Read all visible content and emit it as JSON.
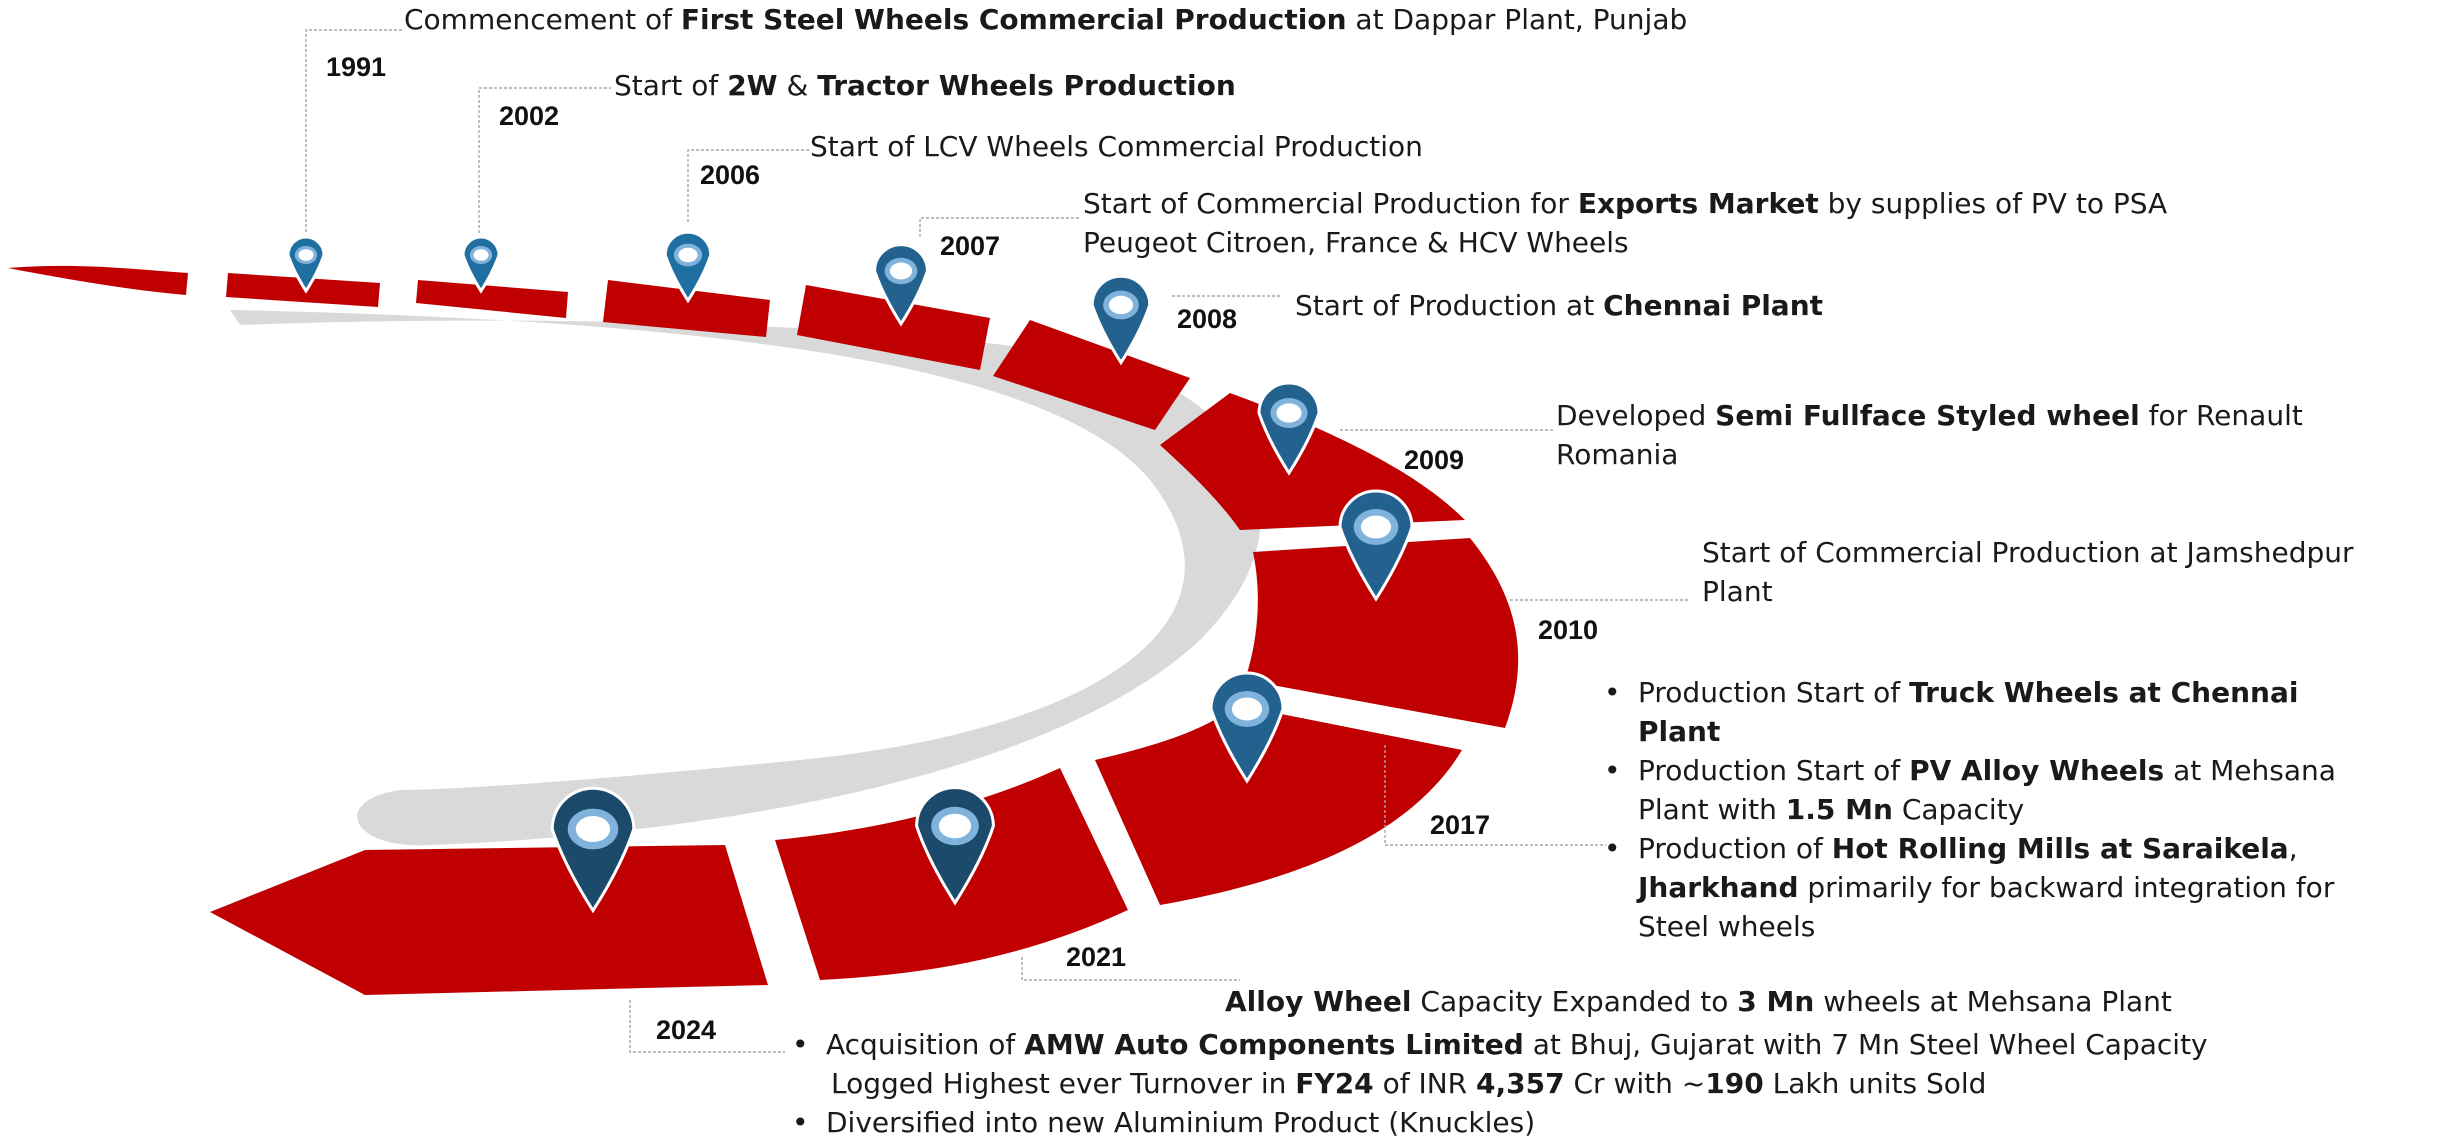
{
  "colors": {
    "road": "#c00000",
    "inner_curve": "#d9d9d9",
    "leader": "#a6a6a6",
    "pin_light": "#1f6fa1",
    "pin_mid": "#23618f",
    "pin_dark": "#1b4a6b",
    "pin_ring": "#7fb3dc",
    "pin_center": "#ffffff"
  },
  "milestones": [
    {
      "year": "1991",
      "lines": [
        [
          {
            "t": "Commencement of "
          },
          {
            "t": "First Steel Wheels Commercial Production",
            "b": true
          },
          {
            "t": " at Dappar Plant, Punjab"
          }
        ]
      ]
    },
    {
      "year": "2002",
      "lines": [
        [
          {
            "t": "Start of "
          },
          {
            "t": "2W",
            "b": true
          },
          {
            "t": " & "
          },
          {
            "t": "Tractor Wheels Production",
            "b": true
          }
        ]
      ]
    },
    {
      "year": "2006",
      "lines": [
        [
          {
            "t": "Start of LCV Wheels Commercial Production"
          }
        ]
      ]
    },
    {
      "year": "2007",
      "lines": [
        [
          {
            "t": "Start of Commercial Production for "
          },
          {
            "t": "Exports Market",
            "b": true
          },
          {
            "t": " by supplies of PV to PSA"
          }
        ],
        [
          {
            "t": "Peugeot Citroen, France  & HCV Wheels"
          }
        ]
      ]
    },
    {
      "year": "2008",
      "lines": [
        [
          {
            "t": "Start of Production at "
          },
          {
            "t": "Chennai Plant",
            "b": true
          }
        ]
      ]
    },
    {
      "year": "2009",
      "lines": [
        [
          {
            "t": "Developed "
          },
          {
            "t": "Semi Fullface Styled wheel",
            "b": true
          },
          {
            "t": " for Renault"
          }
        ],
        [
          {
            "t": "Romania"
          }
        ]
      ]
    },
    {
      "year": "2010",
      "lines": [
        [
          {
            "t": "Start of Commercial Production at Jamshedpur"
          }
        ],
        [
          {
            "t": "Plant"
          }
        ]
      ]
    },
    {
      "year": "2017",
      "bullets": [
        [
          [
            {
              "t": "Production Start of "
            },
            {
              "t": "Truck Wheels at Chennai",
              "b": true
            }
          ],
          [
            {
              "t": "Plant",
              "b": true
            }
          ]
        ],
        [
          [
            {
              "t": "Production Start of "
            },
            {
              "t": "PV Alloy Wheels",
              "b": true
            },
            {
              "t": " at Mehsana"
            }
          ],
          [
            {
              "t": "Plant with "
            },
            {
              "t": "1.5 Mn",
              "b": true
            },
            {
              "t": " Capacity"
            }
          ]
        ],
        [
          [
            {
              "t": "Production of "
            },
            {
              "t": "Hot Rolling Mills at Saraikela",
              "b": true
            },
            {
              "t": ","
            }
          ],
          [
            {
              "t": "Jharkhand",
              "b": true
            },
            {
              "t": " primarily for backward integration for"
            }
          ],
          [
            {
              "t": "Steel wheels"
            }
          ]
        ]
      ]
    },
    {
      "year": "2021",
      "lines": [
        [
          {
            "t": "Alloy Wheel",
            "b": true
          },
          {
            "t": " Capacity Expanded to "
          },
          {
            "t": "3 Mn",
            "b": true
          },
          {
            "t": " wheels at Mehsana Plant"
          }
        ]
      ]
    },
    {
      "year": "2024",
      "bullets": [
        [
          [
            {
              "t": "Acquisition of "
            },
            {
              "t": "AMW Auto Components Limited",
              "b": true
            },
            {
              "t": " at Bhuj, Gujarat with 7 Mn Steel Wheel Capacity"
            }
          ]
        ]
      ],
      "plain": [
        [
          {
            "t": "Logged Highest ever Turnover in "
          },
          {
            "t": "FY24",
            "b": true
          },
          {
            "t": " of INR "
          },
          {
            "t": "4,357",
            "b": true
          },
          {
            "t": " Cr with ~"
          },
          {
            "t": "190",
            "b": true
          },
          {
            "t": " Lakh units Sold"
          }
        ]
      ],
      "bullets_after": [
        [
          [
            {
              "t": "Diversified into new Aluminium Product (Knuckles)"
            }
          ]
        ]
      ]
    }
  ]
}
